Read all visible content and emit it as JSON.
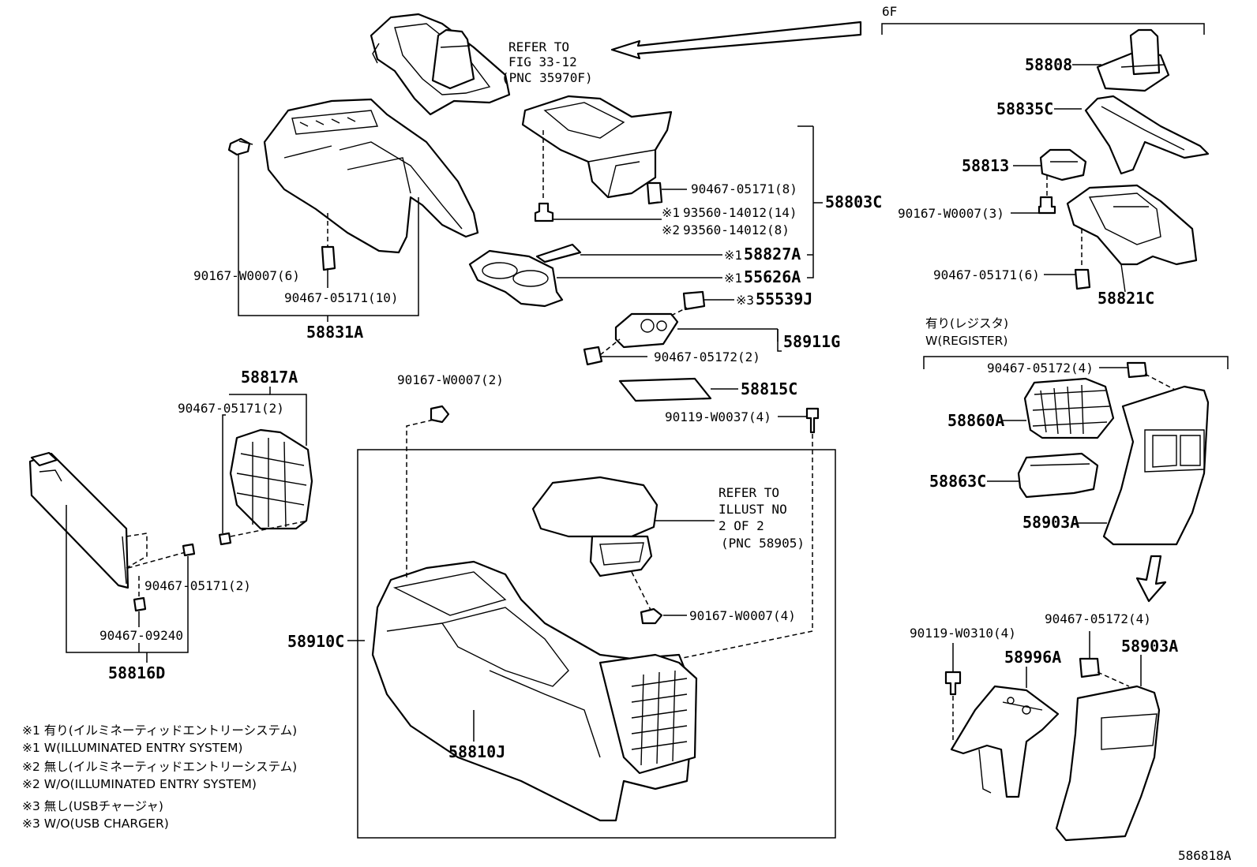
{
  "labels": {
    "grp_6f": "6F",
    "p58808": "58808",
    "p58835c": "58835C",
    "p58813": "58813",
    "w0007_3": "90167-W0007(3)",
    "c05171_6": "90467-05171(6)",
    "p58821c": "58821C",
    "w_register_jp": "有り(レジスタ)",
    "w_register_en": "W(REGISTER)",
    "c05172_4a": "90467-05172(4)",
    "p58860a": "58860A",
    "p58863c": "58863C",
    "p58903a_a": "58903A",
    "b0310_4": "90119-W0310(4)",
    "c05172_4b": "90467-05172(4)",
    "p58996a": "58996A",
    "p58903a_b": "58903A",
    "refer_1": "REFER TO",
    "refer_2": "FIG 33-12",
    "refer_3": "(PNC 35970F)",
    "w0007_6": "90167-W0007(6)",
    "c05171_10": "90467-05171(10)",
    "p58831a": "58831A",
    "c05171_8": "90467-05171(8)",
    "s93560_14": "93560-14012(14)",
    "s93560_8": "93560-14012(8)",
    "p58803c": "58803C",
    "p58827a": "58827A",
    "p55626a": "55626A",
    "p55539j": "55539J",
    "p58911g": "58911G",
    "c05172_2": "90467-05172(2)",
    "p58815c": "58815C",
    "w0007_2": "90167-W0007(2)",
    "b0037_4": "90119-W0037(4)",
    "p58817a": "58817A",
    "c05171_2a": "90467-05171(2)",
    "c05171_2b": "90467-05171(2)",
    "c09240": "90467-09240",
    "p58816d": "58816D",
    "refer2_1": "REFER TO",
    "refer2_2": "ILLUST NO",
    "refer2_3": "2 OF 2",
    "refer2_4": "(PNC 58905)",
    "w0007_4": "90167-W0007(4)",
    "p58910c": "58910C",
    "p58810j": "58810J",
    "mark1": "※1",
    "mark2": "※2",
    "mark3": "※3",
    "fig_id": "586818A"
  },
  "notes": [
    "※1 有り(イルミネーティッドエントリーシステム)",
    "※1 W(ILLUMINATED ENTRY SYSTEM)",
    "※2 無し(イルミネーティッドエントリーシステム)",
    "※2 W/O(ILLUMINATED ENTRY SYSTEM)",
    "※3  無し(USBチャージャ)",
    "※3  W/O(USB CHARGER)"
  ]
}
